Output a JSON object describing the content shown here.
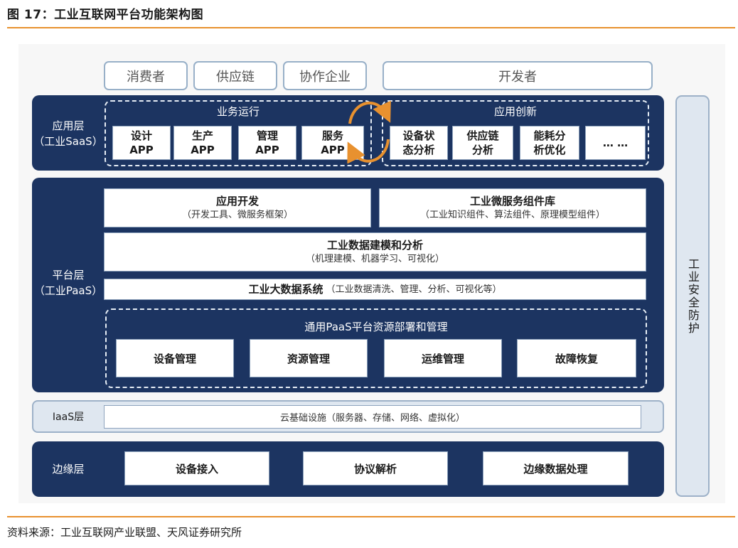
{
  "header": {
    "figure_title": "图 17：工业互联网平台功能架构图"
  },
  "top_row": {
    "consumers": "消费者",
    "supply_chain": "供应链",
    "partners": "协作企业",
    "developers": "开发者"
  },
  "saas_layer": {
    "label_line1": "应用层",
    "label_line2": "（工业SaaS）",
    "business_ops": {
      "title": "业务运行",
      "apps": [
        {
          "line1": "设计",
          "line2": "APP"
        },
        {
          "line1": "生产",
          "line2": "APP"
        },
        {
          "line1": "管理",
          "line2": "APP"
        },
        {
          "line1": "服务",
          "line2": "APP"
        }
      ]
    },
    "app_innovation": {
      "title": "应用创新",
      "apps": [
        {
          "line1": "设备状",
          "line2": "态分析"
        },
        {
          "line1": "供应链",
          "line2": "分析"
        },
        {
          "line1": "能耗分",
          "line2": "析优化"
        },
        {
          "line1": "… …",
          "line2": ""
        }
      ]
    }
  },
  "paas_layer": {
    "label_line1": "平台层",
    "label_line2": "（工业PaaS）",
    "app_dev": {
      "main": "应用开发",
      "sub": "（开发工具、微服务框架）"
    },
    "microservices": {
      "main": "工业微服务组件库",
      "sub": "（工业知识组件、算法组件、原理模型组件）"
    },
    "modeling": {
      "main": "工业数据建模和分析",
      "sub": "（机理建模、机器学习、可视化）"
    },
    "big_data": {
      "main": "工业大数据系统",
      "sub": "（工业数据清洗、管理、分析、可视化等）"
    },
    "general_paas": {
      "title": "通用PaaS平台资源部署和管理",
      "items": [
        "设备管理",
        "资源管理",
        "运维管理",
        "故障恢复"
      ]
    }
  },
  "iaas_layer": {
    "label": "IaaS层",
    "content": "云基础设施（服务器、存储、网络、虚拟化）"
  },
  "edge_layer": {
    "label": "边缘层",
    "items": [
      "设备接入",
      "协议解析",
      "边缘数据处理"
    ]
  },
  "security": {
    "label": "工业安全防护"
  },
  "footer": {
    "source": "资料来源：工业互联网产业联盟、天风证券研究所"
  },
  "colors": {
    "navy": "#1c3461",
    "accent_orange": "#e8912f",
    "light_blue": "#dfe7f0",
    "border_blue": "#98b0c8"
  }
}
